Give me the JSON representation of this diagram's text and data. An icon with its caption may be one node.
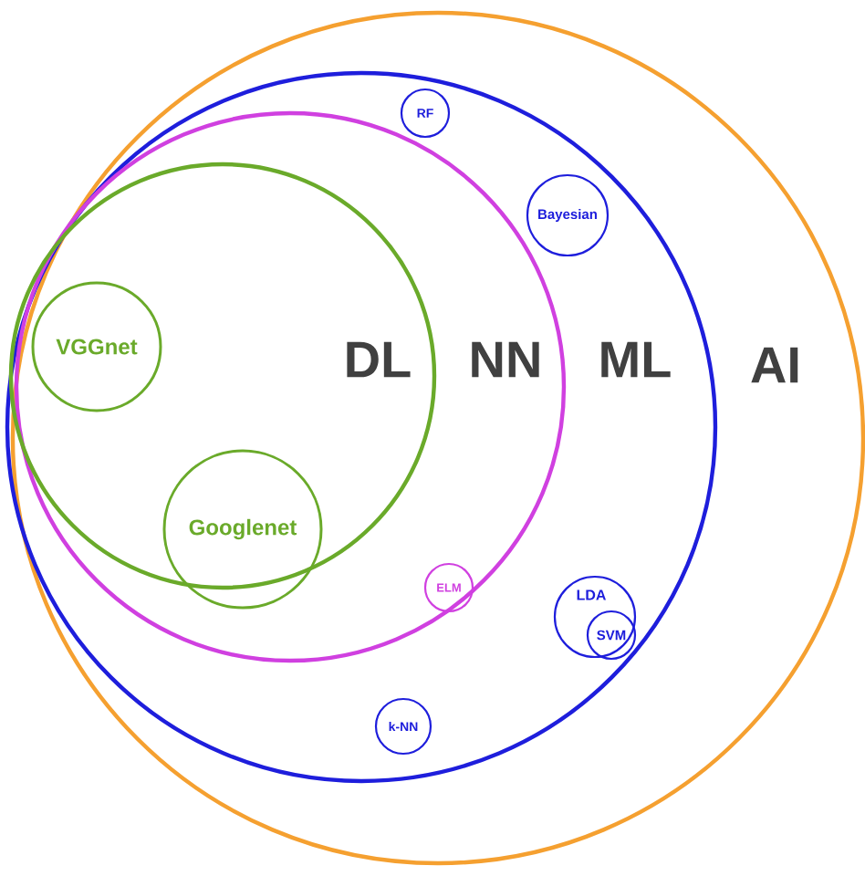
{
  "diagram": {
    "nodes": [
      {
        "text": [
          "AI"
        ]
      },
      {
        "text": [
          "ML"
        ],
        "in": 0
      },
      {
        "text": [
          "NN"
        ],
        "in": 1
      },
      {
        "text": [
          "DL"
        ],
        "in": 2
      },
      {
        "text": [
          "VGGnet"
        ],
        "in": 3
      },
      {
        "text": [
          "Googlenet"
        ],
        "in": 3
      },
      {
        "text": [
          "RF"
        ],
        "in": 1
      },
      {
        "text": [
          "Bayesian"
        ],
        "in": 1
      },
      {
        "text": [
          "ELM"
        ],
        "in": 2
      },
      {
        "text": [
          "LDA"
        ],
        "in": 1
      },
      {
        "text": [
          "SVM"
        ],
        "in": 9
      },
      {
        "text": [
          "k-NN"
        ],
        "in": 1
      }
    ]
  }
}
